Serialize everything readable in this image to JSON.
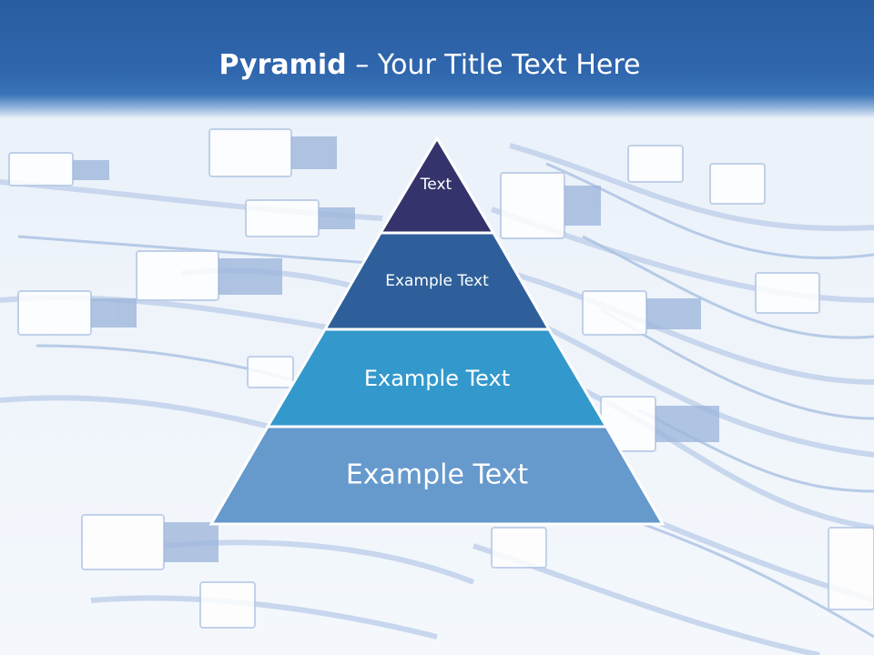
{
  "slide": {
    "title_bold": "Pyramid",
    "title_rest": " – Your Title Text Here"
  },
  "pyramid": {
    "levels": [
      {
        "label": "Text",
        "color": "#34336b"
      },
      {
        "label": "Example Text",
        "color": "#2e5f9a"
      },
      {
        "label": "Example Text",
        "color": "#3399cc"
      },
      {
        "label": "Example Text",
        "color": "#6699cc"
      }
    ]
  }
}
